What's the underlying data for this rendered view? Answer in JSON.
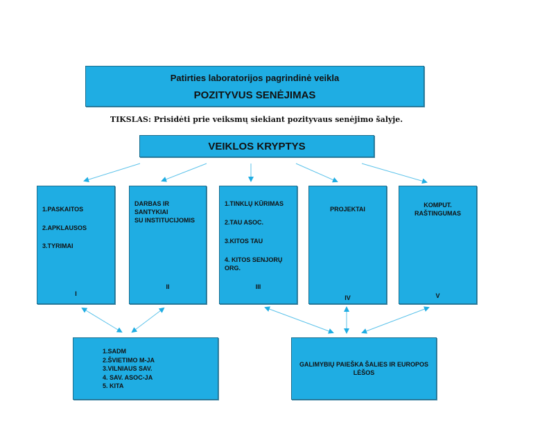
{
  "header": {
    "line1": "Patirties laboratorijos pagrindinė veikla",
    "line2": "POZITYVUS SENĖJIMAS"
  },
  "goal": "TIKSLAS: Prisidėti prie veiksmų siekiant pozityvaus senėjimo šalyje.",
  "directions_title": "VEIKLOS KRYPTYS",
  "columns": [
    {
      "numeral": "I",
      "lines": [
        "1.PASKAITOS",
        "2.APKLAUSOS",
        "3.TYRIMAI"
      ]
    },
    {
      "numeral": "II",
      "lines": [
        "DARBAS IR",
        "SANTYKIAI",
        "SU INSTITUCIJOMIS"
      ]
    },
    {
      "numeral": "III",
      "lines": [
        "1.TINKLŲ KŪRIMAS",
        "2.TAU ASOC.",
        "3.KITOS TAU",
        "4. KITOS SENJORŲ",
        "ORG."
      ]
    },
    {
      "numeral": "IV",
      "lines": [
        "PROJEKTAI"
      ]
    },
    {
      "numeral": "V",
      "lines": [
        "KOMPUT.",
        "RAŠTINGUMAS"
      ]
    }
  ],
  "partners": {
    "lines": [
      "1.SADM",
      "2.ŠVIETIMO M-JA",
      "3.VILNIAUS SAV.",
      "4. SAV. ASOC-JA",
      "5. KITA"
    ]
  },
  "funding": {
    "lines": [
      "GALIMYBIŲ PAIEŠKA ŠALIES IR EUROPOS",
      "LĖŠOS"
    ]
  },
  "colors": {
    "box_fill": "#1fade3",
    "box_border": "#1b6d8d",
    "arrow": "#5bc2ea"
  }
}
